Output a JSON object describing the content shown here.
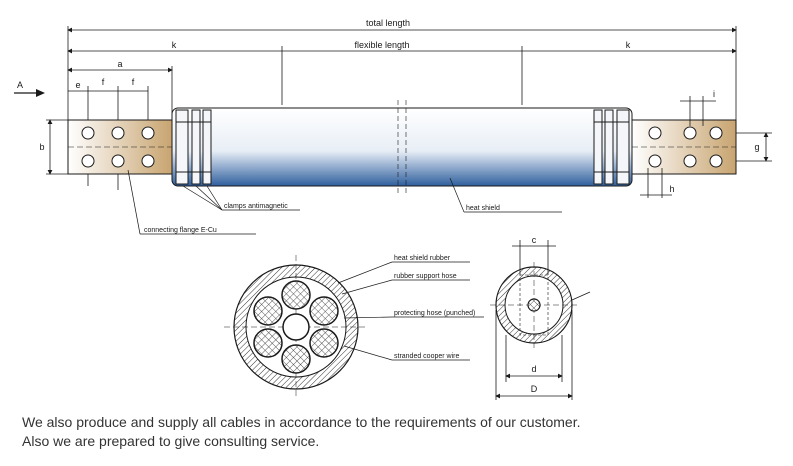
{
  "dimensions": {
    "total_length": "total length",
    "flexible_length": "flexible length",
    "k": "k",
    "a": "a",
    "e": "e",
    "f": "f",
    "b": "b",
    "g": "g",
    "h": "h",
    "i": "i",
    "c": "c",
    "d": "d",
    "D": "D",
    "view_arrow": "A"
  },
  "callouts": {
    "clamps": "clamps antimagnetic",
    "heat_shield": "heat shield",
    "flange": "connecting flange E-Cu",
    "heat_shield_rubber": "heat shield rubber",
    "rubber_support_hose": "rubber support hose",
    "protecting_hose": "protecting hose  (punched)",
    "stranded_wire": "stranded cooper wire"
  },
  "captions": {
    "line1": "We also produce and supply all cables in accordance to the requirements of our customer.",
    "line2": "Also we are prepared to give consulting service."
  },
  "colors": {
    "flange": "#c8a470",
    "shield_top": "#ffffff",
    "shield_bottom": "#2f5f9e",
    "line": "#1a1a1a"
  }
}
